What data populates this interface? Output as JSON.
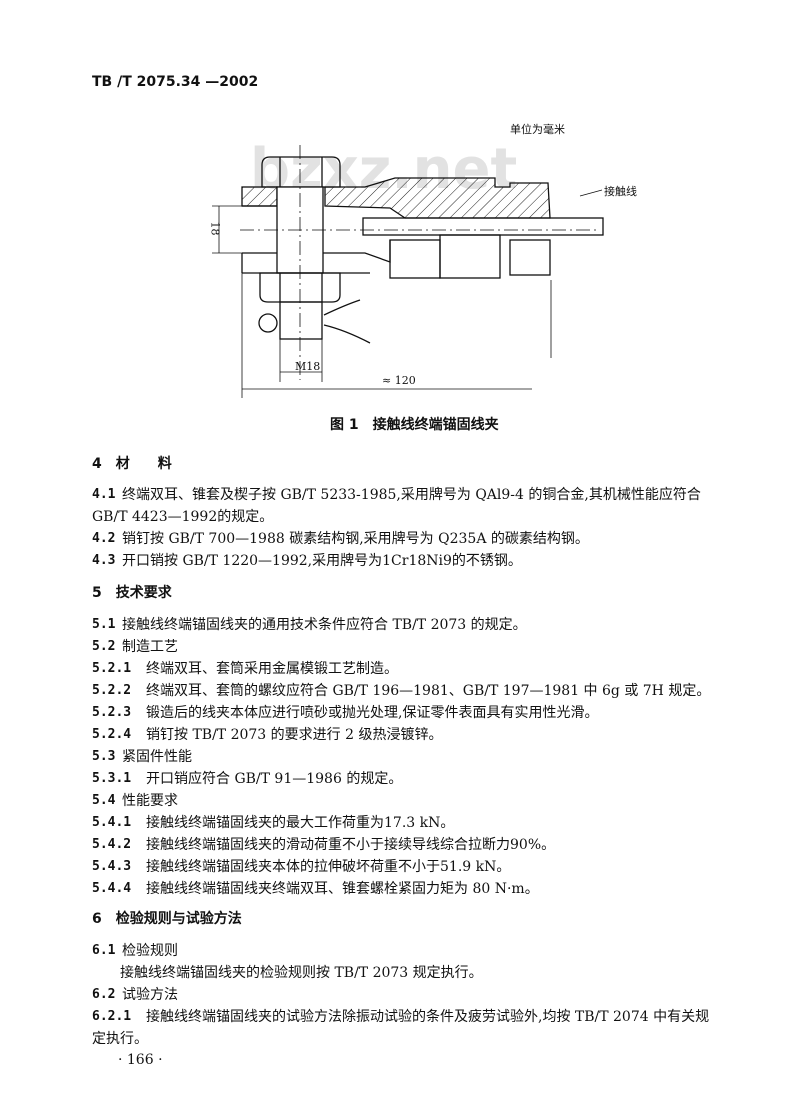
{
  "header": {
    "standard_no": "TB /T 2075.34 —2002"
  },
  "watermark": "bzxz.net",
  "figure": {
    "unit_note": "单位为毫米",
    "label_wire": "接触线",
    "dim_thread": "M18",
    "dim_height": "18",
    "dim_length": "≈ 120",
    "caption": "图 1　接触线终端锚固线夹"
  },
  "sections": {
    "s4": {
      "num": "4",
      "title": "材　　料"
    },
    "s4_1": {
      "num": "4.1",
      "text": "终端双耳、锥套及楔子按 GB/T 5233-1985,采用牌号为 QAl9-4 的铜合金,其机械性能应符合",
      "text2": "GB/T 4423—1992的规定。"
    },
    "s4_2": {
      "num": "4.2",
      "text": "销钉按 GB/T 700—1988 碳素结构钢,采用牌号为 Q235A 的碳素结构钢。"
    },
    "s4_3": {
      "num": "4.3",
      "text": "开口销按 GB/T 1220—1992,采用牌号为1Cr18Ni9的不锈钢。"
    },
    "s5": {
      "num": "5",
      "title": "技术要求"
    },
    "s5_1": {
      "num": "5.1",
      "text": "接触线终端锚固线夹的通用技术条件应符合 TB/T 2073 的规定。"
    },
    "s5_2": {
      "num": "5.2",
      "text": "制造工艺"
    },
    "s5_2_1": {
      "num": "5.2.1",
      "text": "终端双耳、套筒采用金属模锻工艺制造。"
    },
    "s5_2_2": {
      "num": "5.2.2",
      "text": "终端双耳、套筒的螺纹应符合 GB/T 196—1981、GB/T 197—1981 中 6g 或 7H 规定。"
    },
    "s5_2_3": {
      "num": "5.2.3",
      "text": "锻造后的线夹本体应进行喷砂或抛光处理,保证零件表面具有实用性光滑。"
    },
    "s5_2_4": {
      "num": "5.2.4",
      "text": "销钉按 TB/T 2073 的要求进行 2 级热浸镀锌。"
    },
    "s5_3": {
      "num": "5.3",
      "text": "紧固件性能"
    },
    "s5_3_1": {
      "num": "5.3.1",
      "text": "开口销应符合 GB/T 91—1986 的规定。"
    },
    "s5_4": {
      "num": "5.4",
      "text": "性能要求"
    },
    "s5_4_1": {
      "num": "5.4.1",
      "text": "接触线终端锚固线夹的最大工作荷重为17.3 kN。"
    },
    "s5_4_2": {
      "num": "5.4.2",
      "text": "接触线终端锚固线夹的滑动荷重不小于接续导线综合拉断力90%。"
    },
    "s5_4_3": {
      "num": "5.4.3",
      "text": "接触线终端锚固线夹本体的拉伸破坏荷重不小于51.9 kN。"
    },
    "s5_4_4": {
      "num": "5.4.4",
      "text": "接触线终端锚固线夹终端双耳、锥套螺栓紧固力矩为 80 N·m。"
    },
    "s6": {
      "num": "6",
      "title": "检验规则与试验方法"
    },
    "s6_1": {
      "num": "6.1",
      "text": "检验规则",
      "text2": "接触线终端锚固线夹的检验规则按 TB/T 2073 规定执行。"
    },
    "s6_2": {
      "num": "6.2",
      "text": "试验方法"
    },
    "s6_2_1": {
      "num": "6.2.1",
      "text": "接触线终端锚固线夹的试验方法除振动试验的条件及疲劳试验外,均按 TB/T 2074 中有关规",
      "text2": "定执行。"
    }
  },
  "footer": {
    "page": "· 166 ·"
  }
}
